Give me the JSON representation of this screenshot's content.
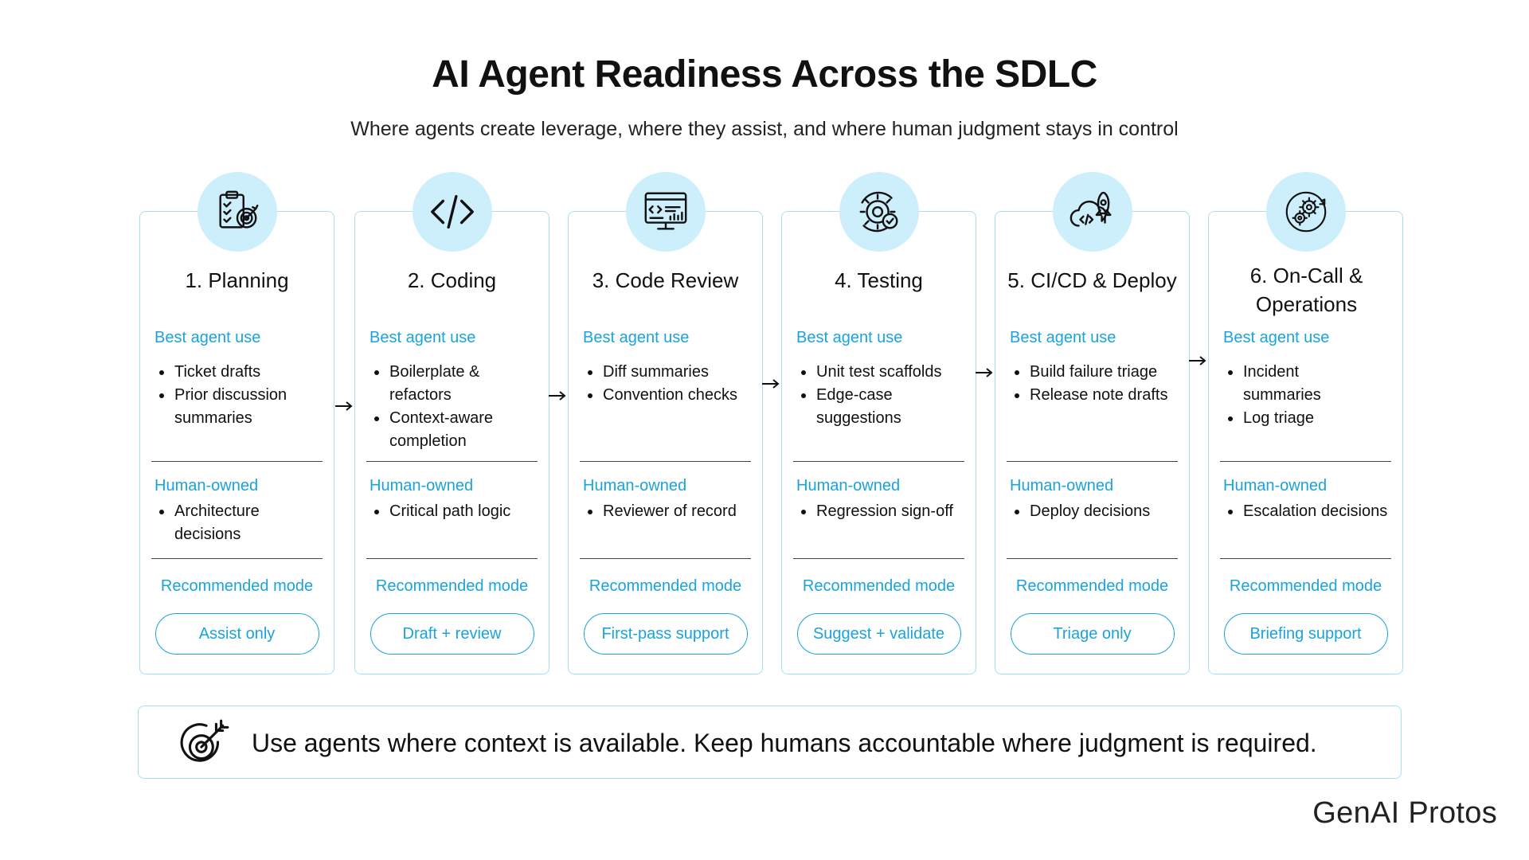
{
  "header": {
    "title": "AI Agent Readiness Across the SDLC",
    "subtitle": "Where agents create leverage, where they assist, and where human judgment stays in control"
  },
  "section_labels": {
    "best": "Best agent use",
    "human": "Human-owned",
    "mode": "Recommended mode"
  },
  "stages": [
    {
      "title": "1. Planning",
      "icon": "clipboard-target-icon",
      "best": [
        "Ticket drafts",
        "Prior discussion summaries"
      ],
      "human": [
        "Architecture decisions"
      ],
      "mode": "Assist only"
    },
    {
      "title": "2. Coding",
      "icon": "code-brackets-icon",
      "best": [
        "Boilerplate & refactors",
        "Context-aware completion"
      ],
      "human": [
        "Critical path logic"
      ],
      "mode": "Draft + review"
    },
    {
      "title": "3. Code Review",
      "icon": "monitor-code-icon",
      "best": [
        "Diff summaries",
        "Convention checks"
      ],
      "human": [
        "Reviewer of record"
      ],
      "mode": "First-pass support"
    },
    {
      "title": "4. Testing",
      "icon": "gear-check-icon",
      "best": [
        "Unit test scaffolds",
        "Edge-case suggestions"
      ],
      "human": [
        "Regression sign-off"
      ],
      "mode": "Suggest + validate"
    },
    {
      "title": "5. CI/CD & Deploy",
      "icon": "cloud-rocket-icon",
      "best": [
        "Build failure triage",
        "Release note drafts"
      ],
      "human": [
        "Deploy decisions"
      ],
      "mode": "Triage only"
    },
    {
      "title": "6. On-Call & Operations",
      "icon": "gears-cycle-icon",
      "best": [
        "Incident summaries",
        "Log triage"
      ],
      "human": [
        "Escalation decisions"
      ],
      "mode": "Briefing support"
    }
  ],
  "banner": {
    "icon": "target-arrow-icon",
    "text": "Use agents where context is available. Keep humans accountable where judgment is required."
  },
  "brand": "GenAI Protos",
  "colors": {
    "accent": "#1aa3dc",
    "icon_bg": "#cdeefb",
    "card_border": "#a8dff2"
  }
}
